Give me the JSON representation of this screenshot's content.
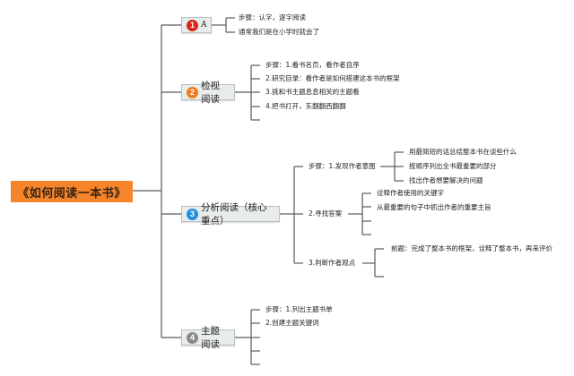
{
  "root": {
    "label": "《如何阅读一本书》",
    "color": "#f5842a"
  },
  "branches": [
    {
      "number": "1",
      "label": "A",
      "badge_color": "#d8261c",
      "children": [
        {
          "label": "步骤：认字，逐字阅读"
        },
        {
          "label": "通常我们是在小学时就会了"
        }
      ]
    },
    {
      "number": "2",
      "label": "检视阅读",
      "badge_color": "#f07a1f",
      "children": [
        {
          "label": "步骤：1.看书名页，看作者自序"
        },
        {
          "label": "2.研究目录：看作者是如何搭建这本书的框架"
        },
        {
          "label": "3.挑和书主题息息相关的主题看"
        },
        {
          "label": "4.把书打开，东翻翻西翻翻"
        },
        {
          "label": ""
        }
      ]
    },
    {
      "number": "3",
      "label": "分析阅读（核心重点）",
      "badge_color": "#1e8fe0",
      "children": [
        {
          "label": "步骤：1.发现作者意图",
          "children": [
            {
              "label": "用最简短的话总结整本书在谈些什么"
            },
            {
              "label": "按顺序列出全书最重要的部分"
            },
            {
              "label": "找出作者想要解决的问题"
            }
          ]
        },
        {
          "label": "2.寻找答案",
          "children": [
            {
              "label": "诠释作者使用的关键字"
            },
            {
              "label": "从最重要的句子中抓出作者的重要主旨"
            },
            {
              "label": ""
            },
            {
              "label": ""
            }
          ]
        },
        {
          "label": "3.判断作者观点",
          "children": [
            {
              "label": "前题：完成了整本书的框架，诠释了整本书，再来评价"
            },
            {
              "label": ""
            }
          ]
        }
      ]
    },
    {
      "number": "4",
      "label": "主题阅读",
      "badge_color": "#8a8a8a",
      "children": [
        {
          "label": "步骤：1.列出主题书单"
        },
        {
          "label": "2.创建主题关键词"
        },
        {
          "label": ""
        },
        {
          "label": ""
        },
        {
          "label": ""
        }
      ]
    }
  ]
}
